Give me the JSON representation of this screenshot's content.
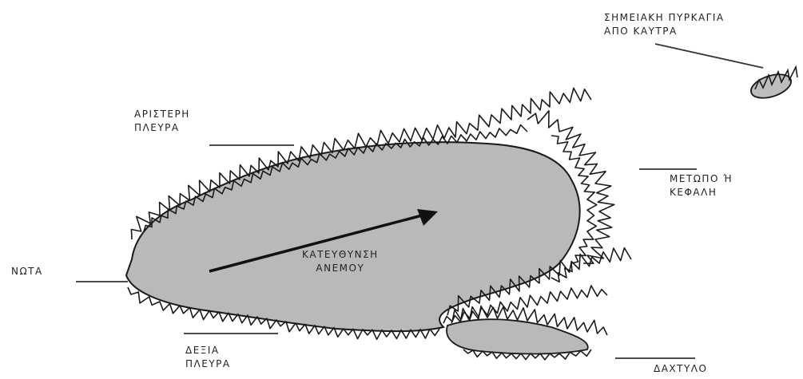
{
  "labels": {
    "spot_fire": [
      "ΣΗΜΕΙΑΚΗ ΠΥΡΚΑΓΙΑ",
      "ΑΠΟ ΚΑΥΤΡΑ"
    ],
    "left_flank": [
      "ΑΡΙΣΤΕΡΗ",
      "ΠΛΕΥΡΑ"
    ],
    "head": [
      "ΜΕΤΩΠΟ ή",
      "ΚΕΦΑΛΗ"
    ],
    "rear": [
      "ΝΩΤΑ"
    ],
    "wind": [
      "ΚΑΤΕΥΘΥΝΣΗ",
      "ΑΝΕΜΟΥ"
    ],
    "right_flank": [
      "ΔΕΞΙΑ",
      "ΠΛΕΥΡΑ"
    ],
    "finger": [
      "ΔΑΧΤΥΛΟ"
    ]
  },
  "colors": {
    "burned_area": "#b9b9b9",
    "outline": "#1a1a1a",
    "leader_line": "#333333"
  }
}
